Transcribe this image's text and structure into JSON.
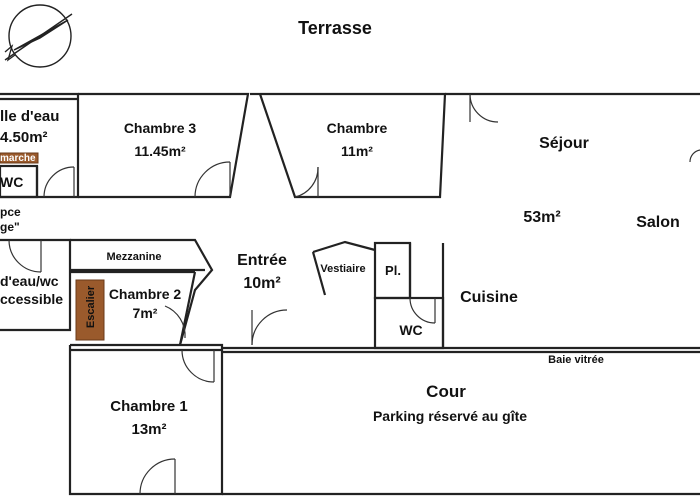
{
  "colors": {
    "wall": "#222222",
    "stair_fill": "#9a5a2c",
    "step_fill": "#9a5a2c"
  },
  "icons": {
    "compass": "compass-icon"
  },
  "exterior": {
    "terrasse": "Terrasse",
    "cour": "Cour",
    "parking": "Parking réservé au gîte",
    "baie": "Baie vitrée"
  },
  "rooms": {
    "salle_eau_top": {
      "name": "lle d'eau",
      "area": "4.50m²",
      "step": "marche"
    },
    "wc_left": "WC",
    "espace_left": {
      "line1": "pce",
      "line2": "ge\""
    },
    "salle_eau_accessible": {
      "line1": "d'eau/wc",
      "line2": "ccessible"
    },
    "chambre3": {
      "name": "Chambre 3",
      "area": "11.45m²"
    },
    "chambre_top": {
      "name": "Chambre",
      "area": "11m²"
    },
    "sejour": "Séjour",
    "salon": "Salon",
    "living_area": "53m²",
    "mezzanine": "Mezzanine",
    "chambre2": {
      "name": "Chambre 2",
      "area": "7m²"
    },
    "escalier": "Escalier",
    "entree": {
      "name": "Entrée",
      "area": "10m²"
    },
    "vestiaire": "Vestiaire",
    "placard": "Pl.",
    "cuisine": "Cuisine",
    "wc_center": "WC",
    "chambre1": {
      "name": "Chambre 1",
      "area": "13m²"
    }
  }
}
